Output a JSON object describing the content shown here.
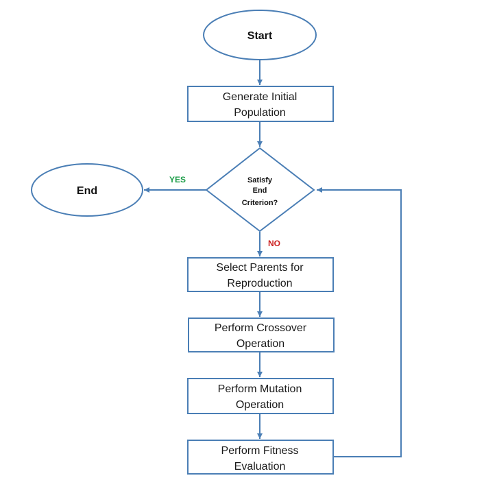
{
  "colors": {
    "stroke": "#4a7eb5",
    "yes": "#1e9e4a",
    "no": "#cc1f1f"
  },
  "start": {
    "label": "Start"
  },
  "end": {
    "label": "End"
  },
  "generate": {
    "line1": "Generate Initial",
    "line2": "Population"
  },
  "decision": {
    "line1": "Satisfy",
    "line2": "End",
    "line3": "Criterion?"
  },
  "yes_label": "YES",
  "no_label": "NO",
  "select": {
    "line1": "Select Parents for",
    "line2": "Reproduction"
  },
  "crossover": {
    "line1": "Perform Crossover",
    "line2": "Operation"
  },
  "mutation": {
    "line1": "Perform Mutation",
    "line2": "Operation"
  },
  "fitness": {
    "line1": "Perform Fitness",
    "line2": "Evaluation"
  }
}
